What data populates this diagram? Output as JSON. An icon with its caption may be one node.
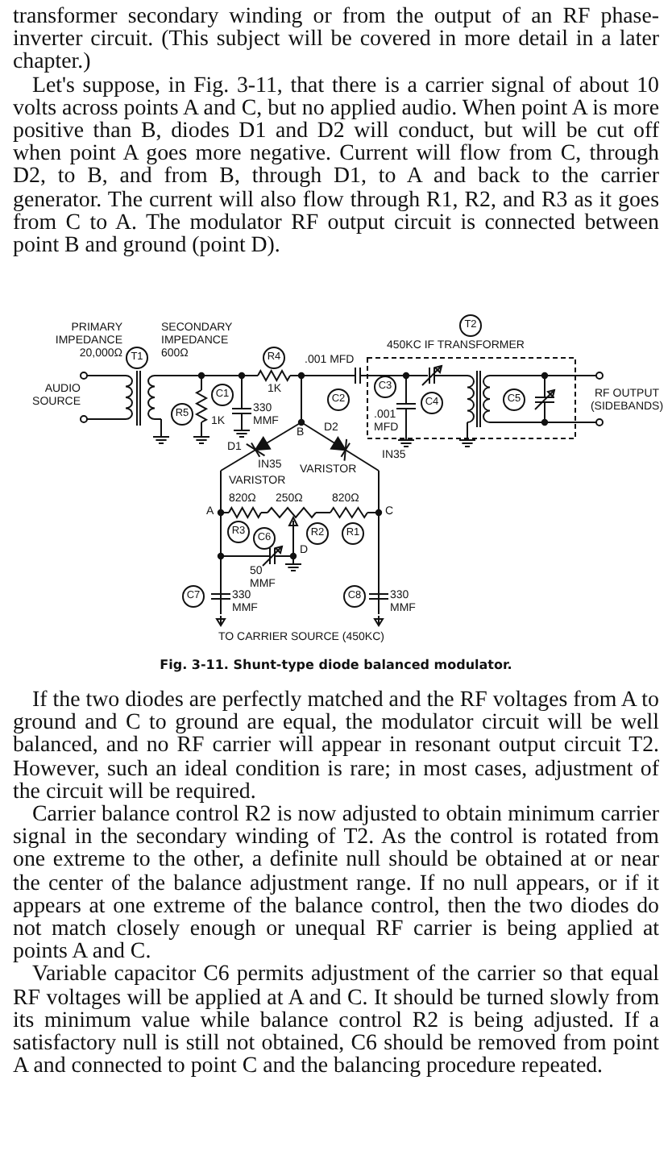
{
  "diagram": {
    "caption": "Fig. 3-11. Shunt-type diode balanced modulator.",
    "labels": [
      "transformer secondary winding or from the output of an RF phase-inverter circuit. (This subject will be covered in more detail in a later chapter.)",
      "Let's suppose, in Fig. 3-11, that there is a carrier signal of about 10 volts across points A and C, but no applied audio. When point A is more positive than B, diodes D1 and D2 will conduct, but will be cut off when point A goes more negative. Current will flow from C, through D2, to B, and from B, through D1, to A and back to the carrier generator. The current will also flow through R1, R2, and R3 as it goes from C to A. The modulator RF output circuit is connected between point B and ground (point D).",
      "PRIMARY IMPEDANCE 20,000Ω",
      "T1",
      "SECONDARY IMPEDANCE 600Ω",
      "T2",
      "450KC IF TRANSFORMER",
      "AUDIO SOURCE",
      "R4",
      ".001 MFD",
      "C1",
      "1K",
      "C2",
      "C3",
      "C4",
      "C5",
      "RF OUTPUT (SIDEBANDS)",
      "R5",
      "1K",
      "330 MMF",
      ".001 MFD",
      "B",
      "D2",
      "D1",
      "IN35",
      "IN35",
      "VARISTOR",
      "VARISTOR",
      "820Ω",
      "250Ω",
      "820Ω",
      "A",
      "C",
      "R3",
      "C6",
      "R2",
      "R1",
      "D",
      "50 MMF",
      "C7",
      "330 MMF",
      "C8",
      "330 MMF",
      "TO CARRIER SOURCE (450KC)",
      "If the two diodes are perfectly matched and the RF voltages from A to ground and C to ground are equal, the modulator circuit will be well balanced, and no RF carrier will appear in resonant output circuit T2. However, such an ideal condition is rare; in most cases, adjustment of the circuit will be required.",
      "Carrier balance control R2 is now adjusted to obtain minimum carrier signal in the secondary winding of T2. As the control is rotated from one extreme to the other, a definite null should be obtained at or near the center of the balance adjustment range. If no null appears, or if it appears at one extreme of the balance control, then the two diodes do not match closely enough or unequal RF carrier is being applied at points A and C.",
      "Variable capacitor C6 permits adjustment of the carrier so that equal RF voltages will be applied at A and C. It should be turned slowly from its minimum value while balance control R2 is being adjusted. If a satisfactory null is still not obtained, C6 should be removed from point A and connected to point C and the balancing procedure repeated."
    ]
  }
}
